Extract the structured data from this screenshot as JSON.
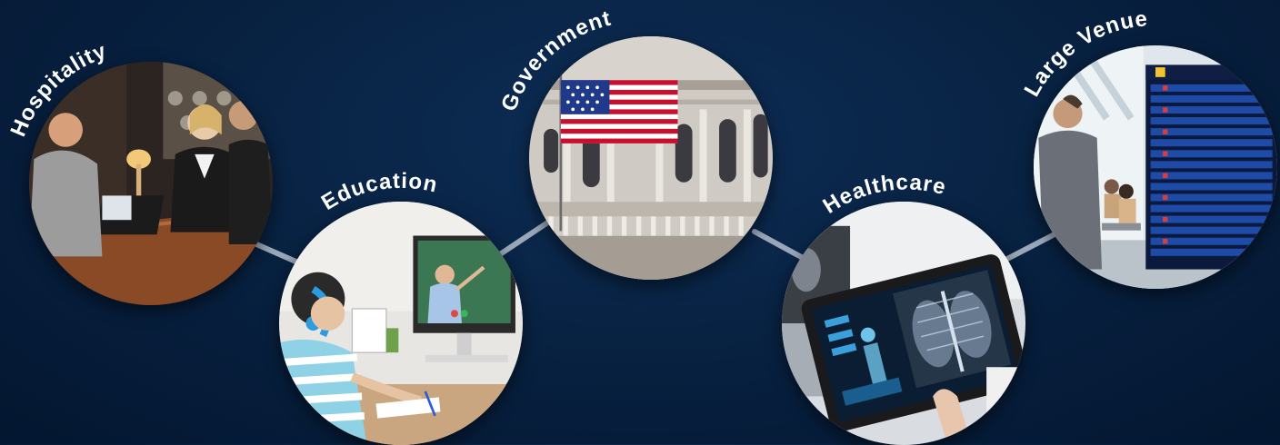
{
  "sectors": [
    {
      "id": "hospitality",
      "label": "Hospitality"
    },
    {
      "id": "education",
      "label": "Education"
    },
    {
      "id": "government",
      "label": "Government"
    },
    {
      "id": "healthcare",
      "label": "Healthcare"
    },
    {
      "id": "large_venue",
      "label": "Large Venue"
    }
  ],
  "colors": {
    "background": "#07203f",
    "connector": "#9aa7b8",
    "label": "#ffffff",
    "flag_red": "#c8102e",
    "flag_blue": "#1f3a8a",
    "board_blue": "#1e4aa8"
  }
}
